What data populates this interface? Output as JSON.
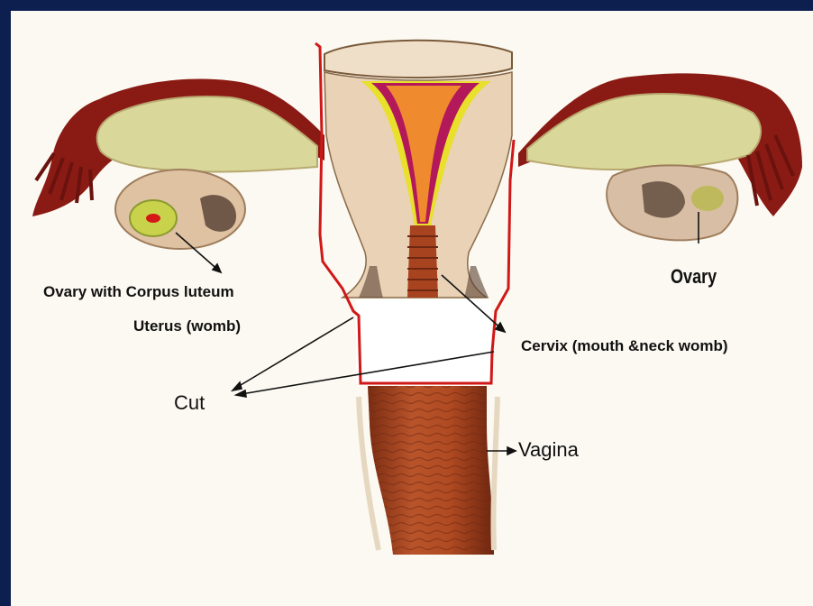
{
  "labels": {
    "ovary_corpus_luteum": "Ovary with Corpus luteum",
    "uterus": "Uterus (womb)",
    "ovary": "Ovary",
    "cervix": "Cervix (mouth &neck womb)",
    "cut": "Cut",
    "vagina": "Vagina"
  },
  "colors": {
    "frame": "#0c1f4f",
    "background": "#fbf9f1",
    "fallopian_tube": "#8a1a14",
    "muscle": "#e9d2b6",
    "lining_yellow": "#e8e02a",
    "lining_orange": "#f08a2e",
    "lining_magenta": "#b2185a",
    "cut_outline": "#d01818",
    "vagina": "#a8431f"
  }
}
